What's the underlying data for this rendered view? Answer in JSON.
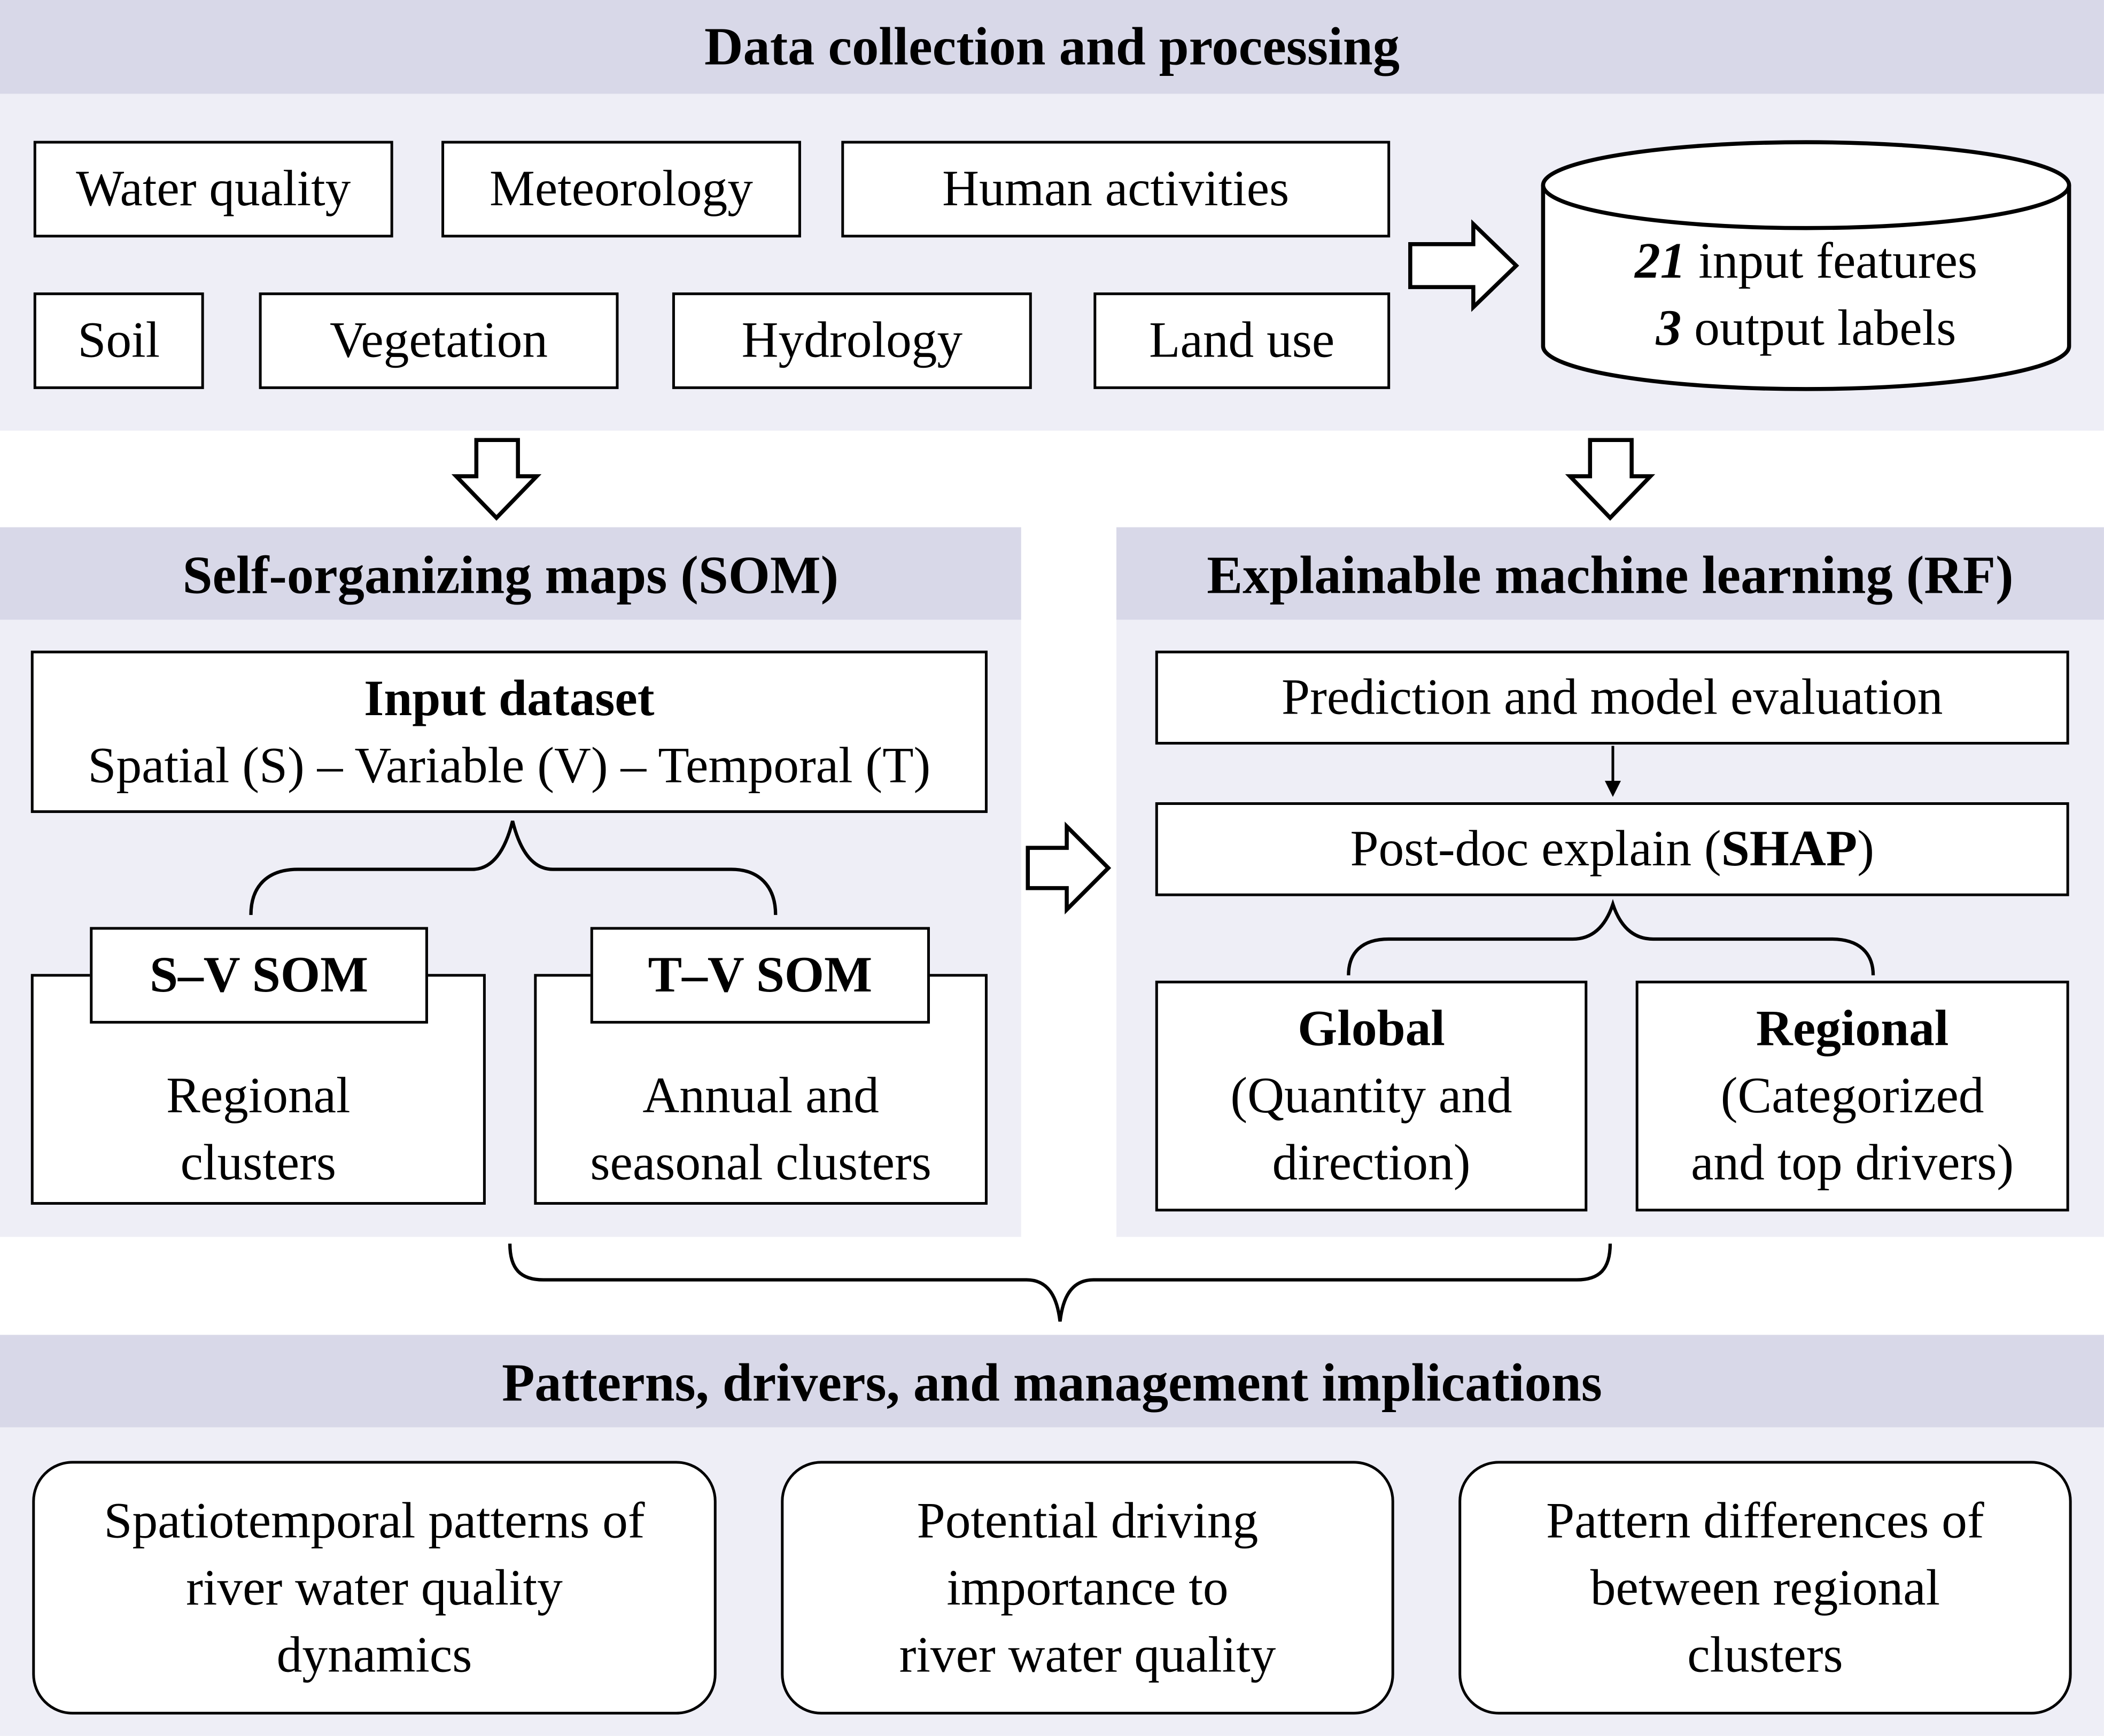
{
  "sections": {
    "data_collection": {
      "title": "Data collection and processing",
      "sources": [
        "Water quality",
        "Meteorology",
        "Human activities",
        "Soil",
        "Vegetation",
        "Hydrology",
        "Land use"
      ],
      "dataset": {
        "input_count": "21",
        "input_label": "input features",
        "output_count": "3",
        "output_label": "output labels"
      }
    },
    "som": {
      "title": "Self-organizing maps (SOM)",
      "input_dataset_title": "Input dataset",
      "input_dataset_desc": "Spatial (S) – Variable (V) – Temporal (T)",
      "sv_som": {
        "tab": "S–V SOM",
        "line1": "Regional",
        "line2": "clusters"
      },
      "tv_som": {
        "tab": "T–V SOM",
        "line1": "Annual and",
        "line2": "seasonal clusters"
      }
    },
    "xml": {
      "title": "Explainable machine learning (RF)",
      "prediction": "Prediction and model evaluation",
      "shap_prefix": "Post-doc explain (",
      "shap_bold": "SHAP",
      "shap_suffix": ")",
      "global": {
        "title": "Global",
        "line1": "(Quantity and",
        "line2": "direction)"
      },
      "regional": {
        "title": "Regional",
        "line1": "(Categorized",
        "line2": "and top drivers)"
      }
    },
    "implications": {
      "title": "Patterns, drivers, and management implications",
      "items": [
        {
          "line1": "Spatiotemporal patterns of",
          "line2": "river water quality",
          "line3": "dynamics"
        },
        {
          "line1": "Potential driving",
          "line2": "importance to",
          "line3": "river water quality"
        },
        {
          "line1": "Pattern differences of",
          "line2": "between regional",
          "line3": "clusters"
        }
      ]
    }
  },
  "colors": {
    "band": "#d8d8e8",
    "panel": "#eeeef6",
    "box": "#ffffff",
    "stroke": "#000000"
  }
}
